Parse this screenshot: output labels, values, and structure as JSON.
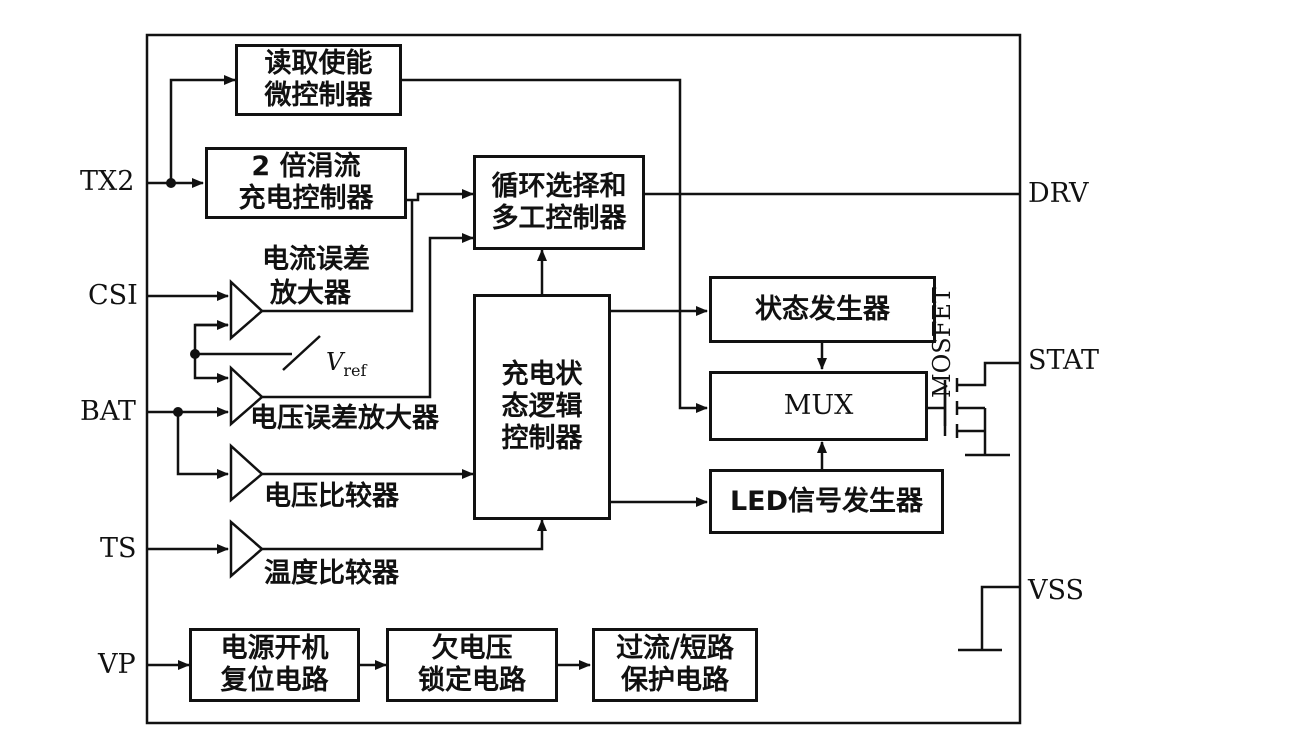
{
  "pins": {
    "tx2": "TX2",
    "csi": "CSI",
    "bat": "BAT",
    "ts": "TS",
    "vp": "VP",
    "drv": "DRV",
    "stat": "STAT",
    "vss": "VSS"
  },
  "blocks": {
    "read_enable": [
      "读取使能",
      "微控制器"
    ],
    "trickle": [
      "2 倍涓流",
      "充电控制器"
    ],
    "cycle_select": [
      "循环选择和",
      "多工控制器"
    ],
    "charge_logic": [
      "充电状",
      "态逻辑",
      "控制器"
    ],
    "status_gen": "状态发生器",
    "mux": "MUX",
    "led_gen": "LED信号发生器",
    "power_on_reset": [
      "电源开机",
      "复位电路"
    ],
    "undervoltage": [
      "欠电压",
      "锁定电路"
    ],
    "overcurrent": [
      "过流/短路",
      "保护电路"
    ]
  },
  "labels": {
    "current_amp": [
      "电流误差",
      "放大器"
    ],
    "voltage_amp": "电压误差放大器",
    "voltage_cmp": "电压比较器",
    "temp_cmp": "温度比较器",
    "vref_main": "V",
    "vref_sub": "ref",
    "mosfet": "MOSFET"
  }
}
